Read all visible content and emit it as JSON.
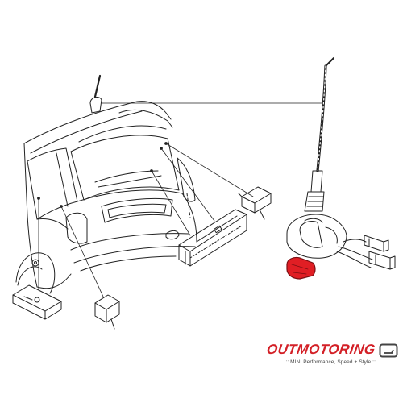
{
  "figure": {
    "type": "exploded-parts-diagram",
    "subject": "rear car body with antenna and antenna-related modules",
    "highlight_color": "#e01e24",
    "line_color": "#222222"
  },
  "brand": {
    "name": "OUTMOTORING",
    "tagline": ":: MINI Performance, Speed + Style ::",
    "name_color": "#d32027",
    "icon": "car-outline-icon"
  }
}
